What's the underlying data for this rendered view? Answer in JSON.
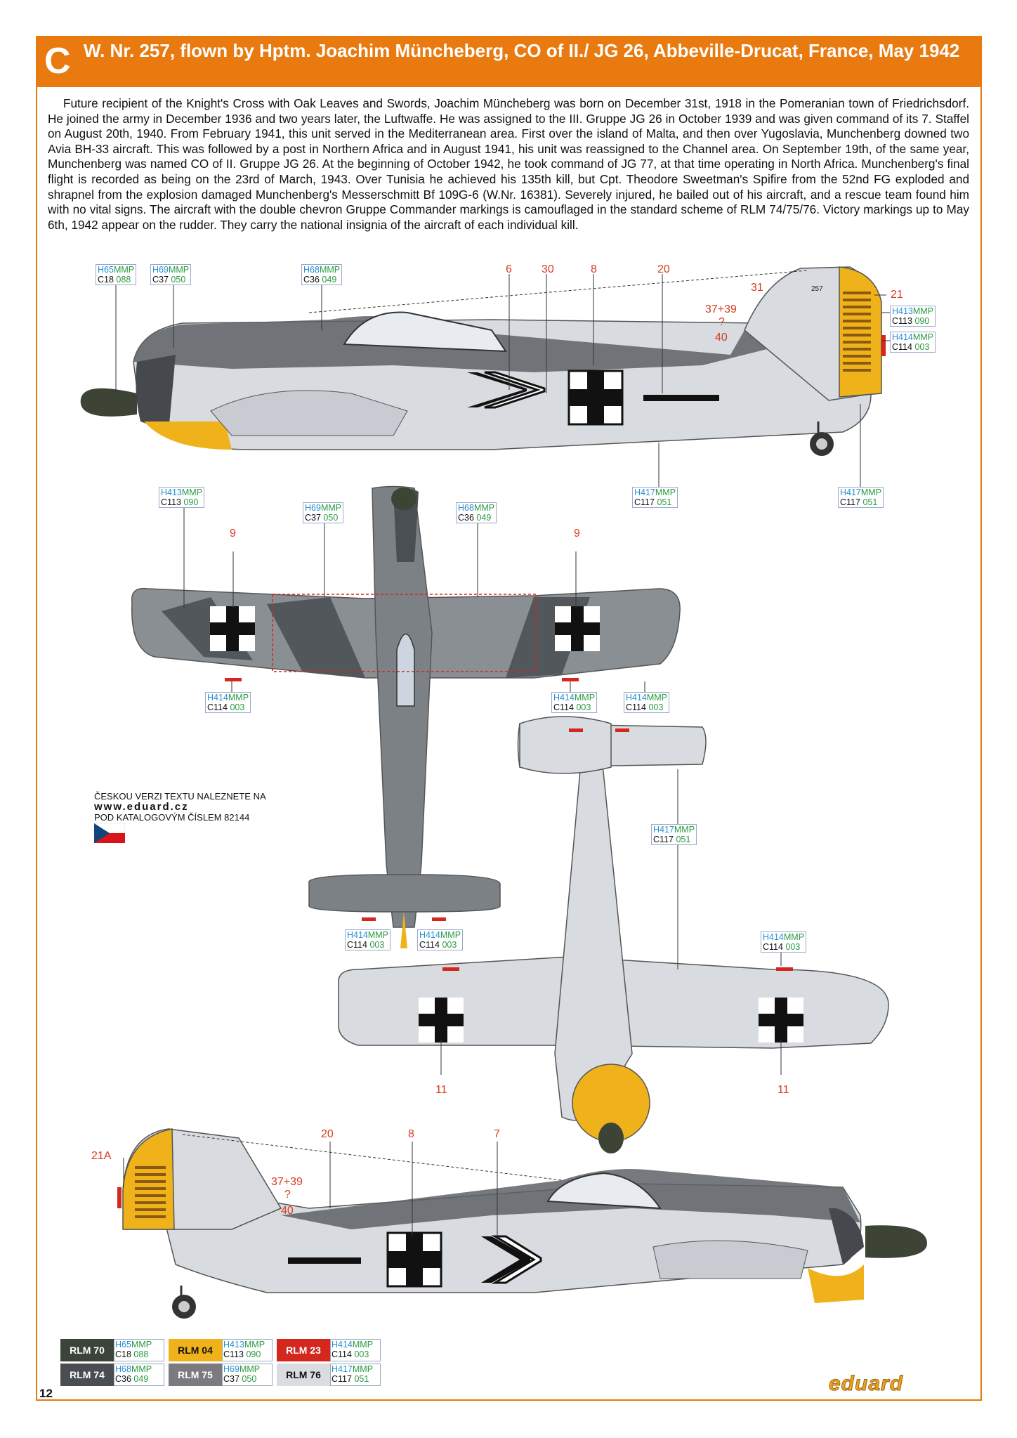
{
  "header": {
    "letter": "C",
    "title": "W. Nr. 257, flown by Hptm. Joachim Müncheberg, CO of II./ JG 26, Abbeville-Drucat, France, May 1942"
  },
  "body_text": "Future recipient of the Knight's Cross with Oak Leaves and Swords, Joachim Müncheberg was born on December 31st, 1918 in the Pomeranian town of Friedrichsdorf. He joined the army in December 1936 and two years later, the Luftwaffe. He was assigned to the III. Gruppe JG 26 in October 1939 and was given command of its 7. Staffel on August 20th, 1940. From February 1941, this unit served in the Mediterranean area. First over the island of Malta, and then over Yugoslavia, Munchenberg downed two Avia BH-33 aircraft. This was followed by a post in Northern Africa and in August 1941, his unit was reassigned to the Channel area. On September 19th, of the same year, Munchenberg was named CO of II. Gruppe JG 26. At the beginning of October 1942, he took command of JG 77, at that time operating in North Africa. Munchenberg's final flight is recorded as being on the 23rd of March, 1943. Over Tunisia he achieved his 135th kill, but Cpt. Theodore Sweetman's Spifire from the 52nd FG exploded and shrapnel from the explosion damaged Munchenberg's Messerschmitt Bf 109G-6 (W.Nr. 16381). Severely injured, he bailed out of his aircraft, and a rescue team found him with no vital signs. The aircraft with the double chevron Gruppe Commander markings is camouflaged in the standard scheme of RLM 74/75/76. Victory markings up to May 6th, 1942 appear on the rudder. They carry the national insignia of the aircraft of each individual kill.",
  "callouts": [
    {
      "id": "c1",
      "h": "H65",
      "m": "MMP",
      "c": "C18",
      "n": "088"
    },
    {
      "id": "c2",
      "h": "H69",
      "m": "MMP",
      "c": "C37",
      "n": "050"
    },
    {
      "id": "c3",
      "h": "H68",
      "m": "MMP",
      "c": "C36",
      "n": "049"
    },
    {
      "id": "c4",
      "h": "H413",
      "m": "MMP",
      "c": "C113",
      "n": "090"
    },
    {
      "id": "c5",
      "h": "H414",
      "m": "MMP",
      "c": "C114",
      "n": "003"
    },
    {
      "id": "c6",
      "h": "H417",
      "m": "MMP",
      "c": "C117",
      "n": "051"
    },
    {
      "id": "c7",
      "h": "H417",
      "m": "MMP",
      "c": "C117",
      "n": "051"
    },
    {
      "id": "c8",
      "h": "H413",
      "m": "MMP",
      "c": "C113",
      "n": "090"
    },
    {
      "id": "c9",
      "h": "H69",
      "m": "MMP",
      "c": "C37",
      "n": "050"
    },
    {
      "id": "c10",
      "h": "H68",
      "m": "MMP",
      "c": "C36",
      "n": "049"
    },
    {
      "id": "c11",
      "h": "H414",
      "m": "MMP",
      "c": "C114",
      "n": "003"
    },
    {
      "id": "c12",
      "h": "H414",
      "m": "MMP",
      "c": "C114",
      "n": "003"
    },
    {
      "id": "c13",
      "h": "H414",
      "m": "MMP",
      "c": "C114",
      "n": "003"
    },
    {
      "id": "c14",
      "h": "H417",
      "m": "MMP",
      "c": "C117",
      "n": "051"
    },
    {
      "id": "c15",
      "h": "H414",
      "m": "MMP",
      "c": "C114",
      "n": "003"
    },
    {
      "id": "c16",
      "h": "H414",
      "m": "MMP",
      "c": "C114",
      "n": "003"
    },
    {
      "id": "c17",
      "h": "H414",
      "m": "MMP",
      "c": "C114",
      "n": "003"
    }
  ],
  "numbers": {
    "n6": "6",
    "n30": "30",
    "n8": "8",
    "n20": "20",
    "n31": "31",
    "n21": "21",
    "n37": "37+39",
    "nq": "?",
    "n40": "40",
    "n9a": "9",
    "n9b": "9",
    "n11a": "11",
    "n11b": "11",
    "n21A": "21A",
    "n20b": "20",
    "n8b": "8",
    "n7": "7",
    "n37b": "37+39",
    "nqb": "?",
    "n40b": "40",
    "fin_code": "257"
  },
  "czech_note": {
    "line1": "ČESKOU VERZI TEXTU NALEZNETE NA",
    "line2": "www.eduard.cz",
    "line3": "POD KATALOGOVÝM ČÍSLEM 82144"
  },
  "legend": [
    {
      "rlm": "RLM 70",
      "color": "#3a4438",
      "text": "#ffffff",
      "h": "H65",
      "m": "MMP",
      "c": "C18",
      "n": "088"
    },
    {
      "rlm": "RLM 04",
      "color": "#f0b21a",
      "text": "#111111",
      "h": "H413",
      "m": "MMP",
      "c": "C113",
      "n": "090"
    },
    {
      "rlm": "RLM 23",
      "color": "#d4271e",
      "text": "#ffffff",
      "h": "H414",
      "m": "MMP",
      "c": "C114",
      "n": "003"
    },
    {
      "rlm": "RLM 74",
      "color": "#4a4e52",
      "text": "#ffffff",
      "h": "H68",
      "m": "MMP",
      "c": "C36",
      "n": "049"
    },
    {
      "rlm": "RLM 75",
      "color": "#7a7a80",
      "text": "#ffffff",
      "h": "H69",
      "m": "MMP",
      "c": "C37",
      "n": "050"
    },
    {
      "rlm": "RLM 76",
      "color": "#d9dde2",
      "text": "#111111",
      "h": "H417",
      "m": "MMP",
      "c": "C117",
      "n": "051"
    }
  ],
  "page_number": "12",
  "logo": "eduard"
}
